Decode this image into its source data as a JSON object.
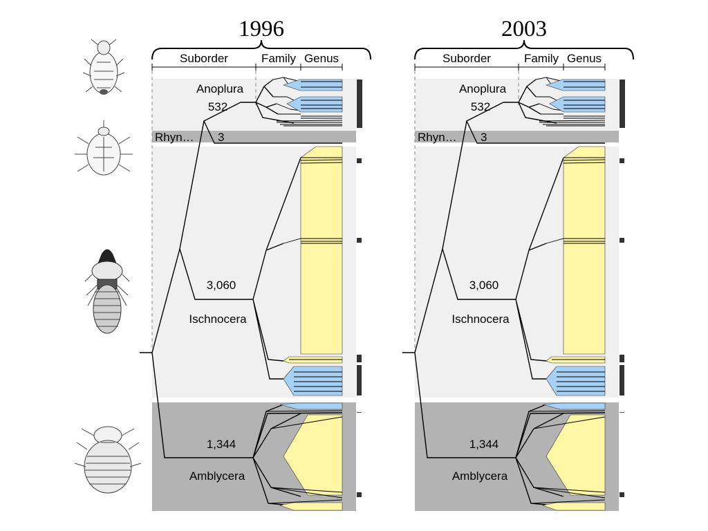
{
  "years": [
    "1996",
    "2003"
  ],
  "header": {
    "suborder": "Suborder",
    "family": "Family",
    "genus": "Genus"
  },
  "clades": {
    "anoplura": {
      "name": "Anoplura",
      "count": "532"
    },
    "rhyn": {
      "name": "Rhyn…",
      "count": "3"
    },
    "ischnocera": {
      "name": "Ischnocera",
      "count": "3,060"
    },
    "amblycera": {
      "name": "Amblycera",
      "count": "1,344"
    }
  },
  "colors": {
    "light_band": "#f0f0f0",
    "dark_band": "#b3b3b3",
    "blue": "#a6d1f5",
    "yellow": "#fff6a6",
    "bar": "#333333"
  },
  "illustrations": [
    "sucking-louse-icon",
    "elephant-louse-icon",
    "chewing-louse-icon",
    "amblyceran-louse-icon"
  ]
}
